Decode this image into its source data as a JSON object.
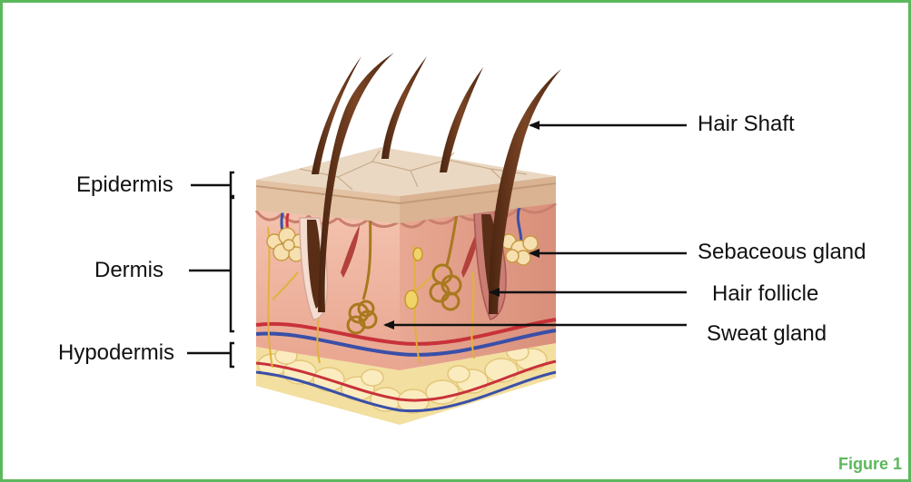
{
  "colors": {
    "frame": "#5cb85c",
    "figure_label": "#5cb85c",
    "epidermis": "#e7cdb3",
    "dermis": "#f1b3a0",
    "hypodermis": "#f6e3a8",
    "hair": "#6b3a1e",
    "gland": "#d8a93a",
    "artery": "#c8323a",
    "vein": "#3a4fa8"
  },
  "labels": {
    "epidermis": "Epidermis",
    "dermis": "Dermis",
    "hypodermis": "Hypodermis",
    "hair_shaft": "Hair Shaft",
    "sebaceous_gland": "Sebaceous gland",
    "hair_follicle": "Hair follicle",
    "sweat_gland": "Sweat gland"
  },
  "figure_label": "Figure 1"
}
